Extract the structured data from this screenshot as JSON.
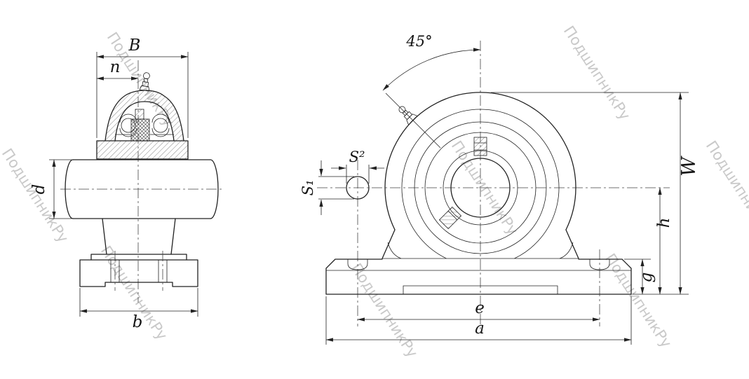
{
  "colors": {
    "line": "#222222",
    "watermark": "#c9c9c9",
    "background": "#ffffff"
  },
  "watermark": {
    "text": "ПодшипникРу"
  },
  "left_view": {
    "dims": {
      "B": "B",
      "n": "n",
      "d": "d",
      "b": "b"
    }
  },
  "right_view": {
    "dims": {
      "angle": "45°",
      "s2": "S²",
      "s1": "S₁",
      "W": "W",
      "h": "h",
      "g": "g",
      "e": "e",
      "a": "a"
    }
  }
}
